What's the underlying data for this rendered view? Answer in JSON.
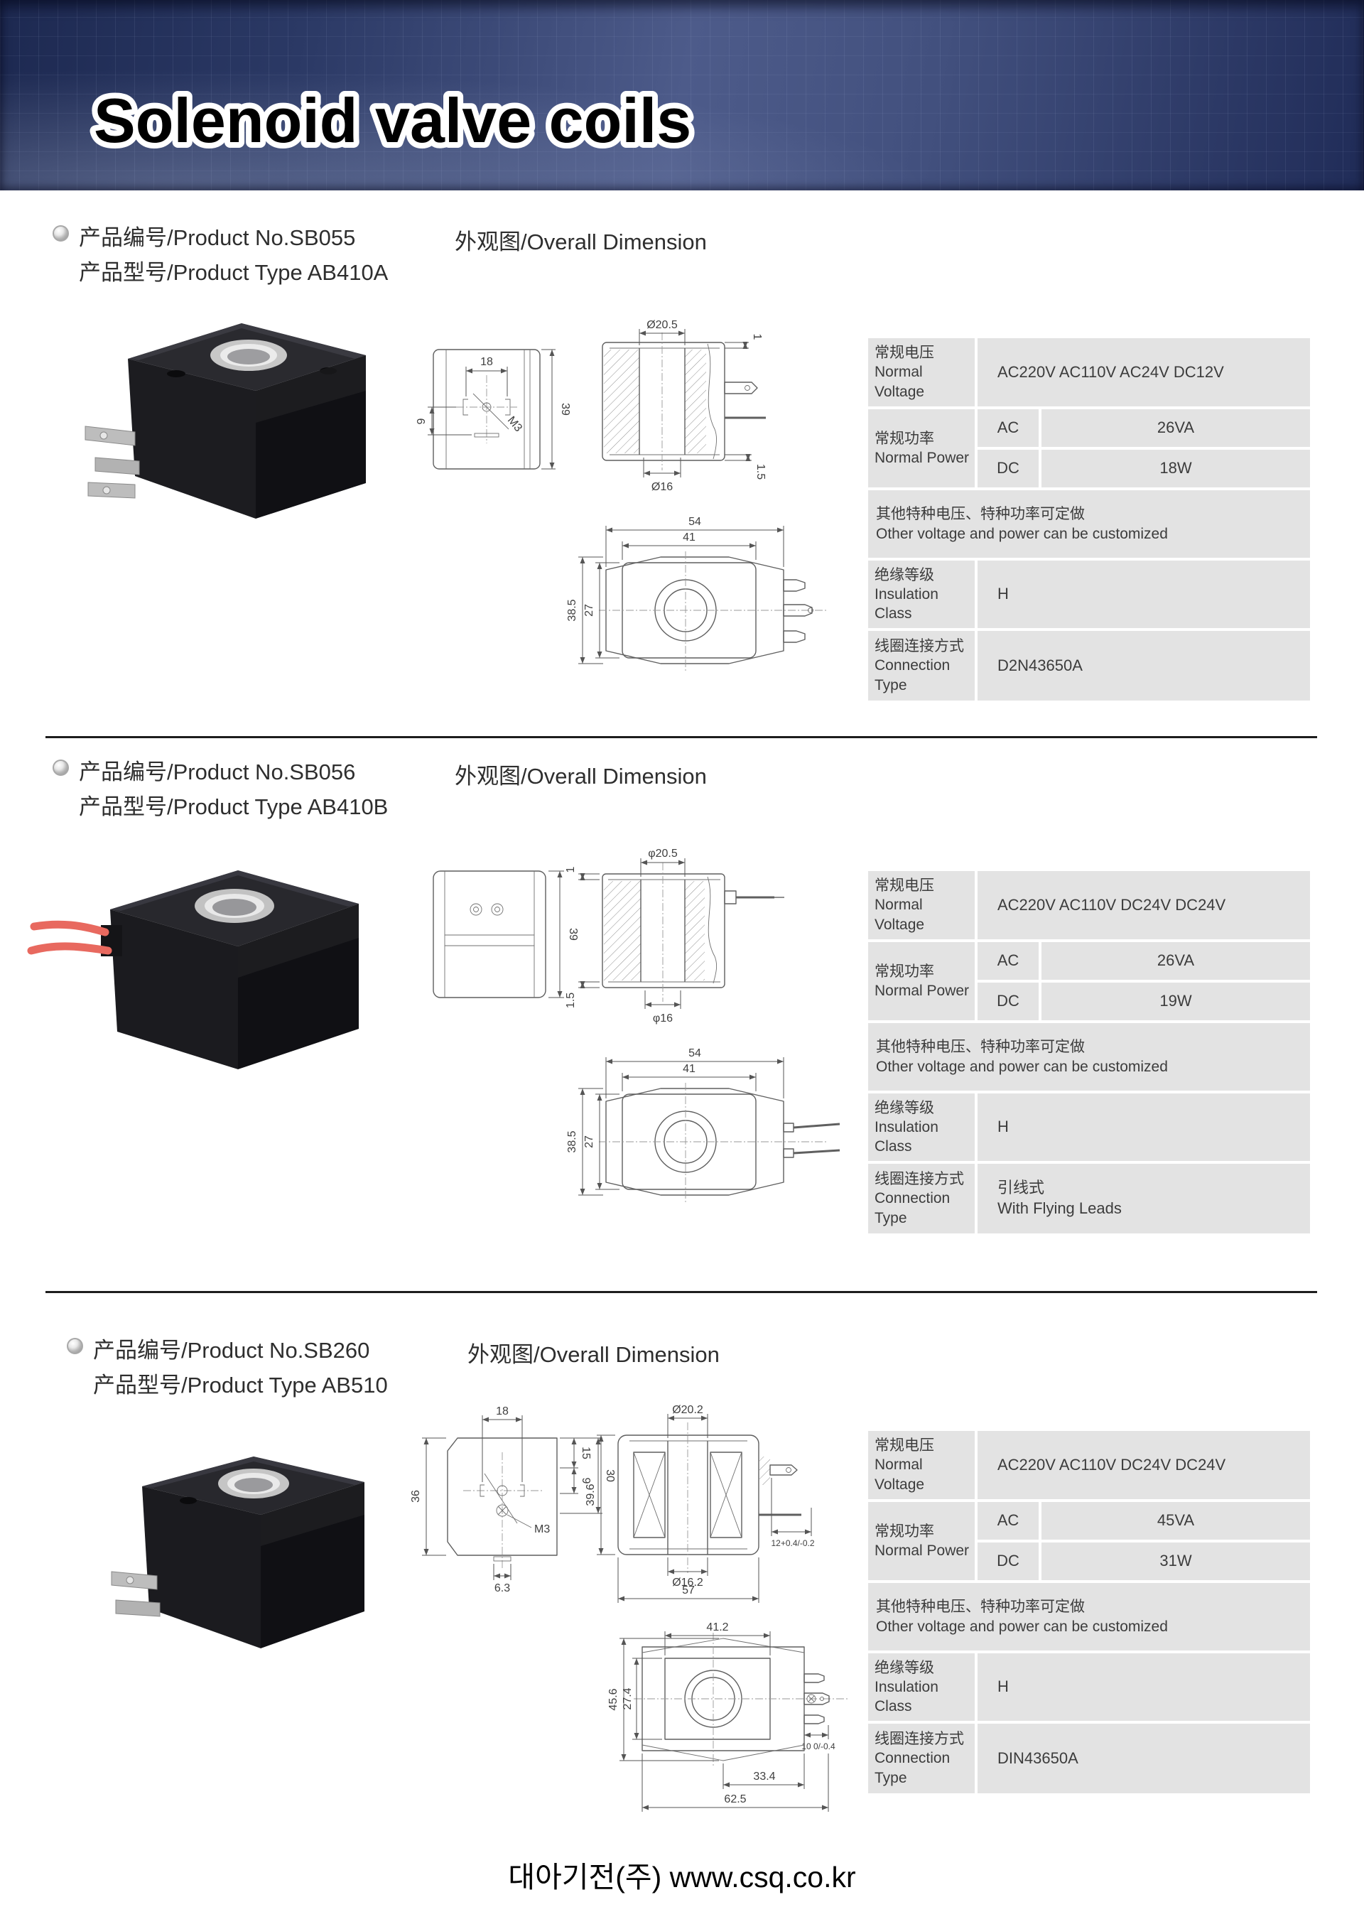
{
  "page": {
    "title": "Solenoid valve coils",
    "footer": "대아기전(주) www.csq.co.kr"
  },
  "sections": [
    {
      "product_no": "产品编号/Product No.SB055",
      "product_type": "产品型号/Product Type AB410A",
      "dim_heading": "外观图/Overall Dimension",
      "table": {
        "voltage_cn": "常规电压",
        "voltage_en": "Normal Voltage",
        "voltage_value": "AC220V AC110V AC24V DC12V",
        "power_cn": "常规功率",
        "power_en": "Normal Power",
        "ac_label": "AC",
        "ac_value": "26VA",
        "dc_label": "DC",
        "dc_value": "18W",
        "custom_cn": "其他特种电压、特种功率可定做",
        "custom_en": "Other voltage and power can be customized",
        "ins_cn": "绝缘等级",
        "ins_en": "Insulation Class",
        "ins_value": "H",
        "conn_cn": "线圈连接方式",
        "conn_en": "Connection Type",
        "conn_value": "D2N43650A",
        "conn_value2": ""
      },
      "dims": {
        "tv_w": "18",
        "tv_off": "9",
        "tv_thread": "M3",
        "tv_h": "39",
        "cs_dtop": "Ø20.5",
        "cs_lip_top": "1",
        "cs_dbot": "Ø16",
        "cs_lip_bot": "1.5",
        "fv_w": "54",
        "fv_wi": "41",
        "fv_h": "38.5",
        "fv_hi": "27"
      }
    },
    {
      "product_no": "产品编号/Product No.SB056",
      "product_type": "产品型号/Product Type AB410B",
      "dim_heading": "外观图/Overall Dimension",
      "table": {
        "voltage_cn": "常规电压",
        "voltage_en": "Normal Voltage",
        "voltage_value": "AC220V AC110V DC24V DC24V",
        "power_cn": "常规功率",
        "power_en": "Normal Power",
        "ac_label": "AC",
        "ac_value": "26VA",
        "dc_label": "DC",
        "dc_value": "19W",
        "custom_cn": "其他特种电压、特种功率可定做",
        "custom_en": "Other voltage and power can be customized",
        "ins_cn": "绝缘等级",
        "ins_en": "Insulation Class",
        "ins_value": "H",
        "conn_cn": "线圈连接方式",
        "conn_en": "Connection Type",
        "conn_value": "引线式",
        "conn_value2": "With Flying Leads"
      },
      "dims": {
        "sv_h": "39",
        "cs_dtop": "φ20.5",
        "cs_lip_top": "1",
        "cs_dbot": "φ16",
        "cs_lip_bot": "1.5",
        "fv_w": "54",
        "fv_wi": "41",
        "fv_h": "38.5",
        "fv_hi": "27"
      }
    },
    {
      "product_no": "产品编号/Product No.SB260",
      "product_type": "产品型号/Product Type AB510",
      "dim_heading": "外观图/Overall Dimension",
      "table": {
        "voltage_cn": "常规电压",
        "voltage_en": "Normal Voltage",
        "voltage_value": "AC220V AC110V DC24V DC24V",
        "power_cn": "常规功率",
        "power_en": "Normal Power",
        "ac_label": "AC",
        "ac_value": "45VA",
        "dc_label": "DC",
        "dc_value": "31W",
        "custom_cn": "其他特种电压、特种功率可定做",
        "custom_en": "Other voltage and power can be customized",
        "ins_cn": "绝缘等级",
        "ins_en": "Insulation Class",
        "ins_value": "H",
        "conn_cn": "线圈连接方式",
        "conn_en": "Connection Type",
        "conn_value": "DIN43650A",
        "conn_value2": ""
      },
      "dims": {
        "tv_w": "18",
        "tv_h": "36",
        "tv_thread": "M3",
        "tv_r15": "15",
        "tv_r9": "9",
        "tv_r30": "30",
        "tv_bot": "6.3",
        "cs_dtop": "Ø20.2",
        "cs_h": "39.6",
        "cs_tol": "12+0.4/-0.2",
        "cs_dbot": "Ø16.2",
        "cs_w": "57",
        "fv_w": "41.2",
        "fv_h": "45.6",
        "fv_hi": "27.4",
        "fv_tol": "10 0/-0.4",
        "fv_mid": "33.4",
        "fv_bot": "62.5"
      }
    }
  ]
}
